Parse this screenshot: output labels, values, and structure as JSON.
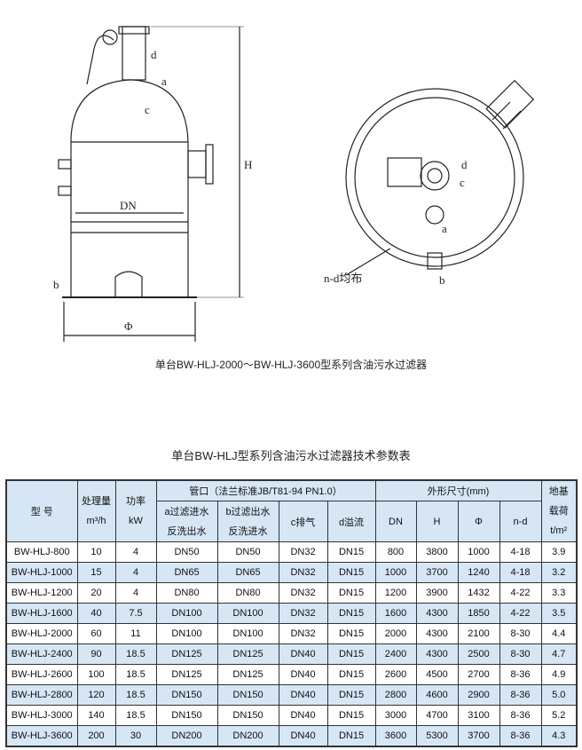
{
  "drawing": {
    "labels": {
      "d": "d",
      "a": "a",
      "c": "c",
      "H": "H",
      "DN": "DN",
      "b": "b",
      "phi": "Φ",
      "nd": "n-d均布"
    }
  },
  "caption": "单台BW-HLJ-2000～BW-HLJ-3600型系列含油污水过滤器",
  "table_title": "单台BW-HLJ型系列含油污水过滤器技术参数表",
  "header": {
    "model": "型 号",
    "flow": "处理量",
    "flow_unit": "m³/h",
    "power": "功率",
    "power_unit": "kW",
    "ports": "管口（法兰标准JB/T81-94 PN1.0）",
    "port_a1": "a过滤进水",
    "port_a2": "反洗出水",
    "port_b1": "b过滤出水",
    "port_b2": "反洗进水",
    "port_c": "c排气",
    "port_d": "d溢流",
    "dims": "外形尺寸(mm)",
    "dn": "DN",
    "h": "H",
    "phi": "Φ",
    "nd": "n-d",
    "load1": "地基",
    "load2": "载荷",
    "load_unit": "t/m²"
  },
  "rows": [
    [
      "BW-HLJ-800",
      "10",
      "4",
      "DN50",
      "DN50",
      "DN32",
      "DN15",
      "800",
      "3800",
      "1000",
      "4-18",
      "3.9"
    ],
    [
      "BW-HLJ-1000",
      "15",
      "4",
      "DN65",
      "DN65",
      "DN32",
      "DN15",
      "1000",
      "3700",
      "1240",
      "4-18",
      "3.2"
    ],
    [
      "BW-HLJ-1200",
      "20",
      "4",
      "DN80",
      "DN80",
      "DN32",
      "DN15",
      "1200",
      "3900",
      "1432",
      "4-22",
      "3.3"
    ],
    [
      "BW-HLJ-1600",
      "40",
      "7.5",
      "DN100",
      "DN100",
      "DN32",
      "DN15",
      "1600",
      "4300",
      "1850",
      "4-22",
      "3.5"
    ],
    [
      "BW-HLJ-2000",
      "60",
      "11",
      "DN100",
      "DN100",
      "DN32",
      "DN15",
      "2000",
      "4300",
      "2100",
      "8-30",
      "4.4"
    ],
    [
      "BW-HLJ-2400",
      "90",
      "18.5",
      "DN125",
      "DN125",
      "DN40",
      "DN15",
      "2400",
      "4300",
      "2500",
      "8-30",
      "4.7"
    ],
    [
      "BW-HLJ-2600",
      "100",
      "18.5",
      "DN125",
      "DN125",
      "DN40",
      "DN15",
      "2600",
      "4500",
      "2700",
      "8-36",
      "4.9"
    ],
    [
      "BW-HLJ-2800",
      "120",
      "18.5",
      "DN150",
      "DN150",
      "DN40",
      "DN15",
      "2800",
      "4600",
      "2900",
      "8-36",
      "5.0"
    ],
    [
      "BW-HLJ-3000",
      "140",
      "18.5",
      "DN150",
      "DN150",
      "DN40",
      "DN15",
      "3000",
      "4700",
      "3100",
      "8-36",
      "5.2"
    ],
    [
      "BW-HLJ-3600",
      "200",
      "30",
      "DN200",
      "DN200",
      "DN40",
      "DN15",
      "3600",
      "5300",
      "3700",
      "8-36",
      "4.3"
    ]
  ]
}
